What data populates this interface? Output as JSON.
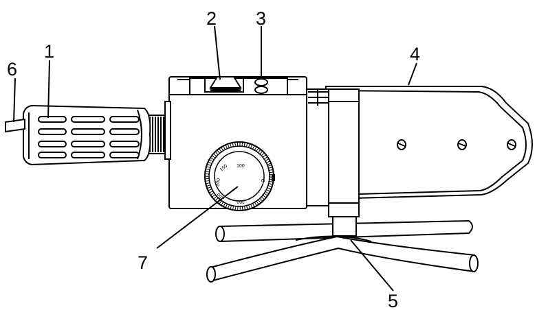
{
  "callouts": [
    {
      "id": "1",
      "label": "1"
    },
    {
      "id": "2",
      "label": "2"
    },
    {
      "id": "3",
      "label": "3"
    },
    {
      "id": "4",
      "label": "4"
    },
    {
      "id": "5",
      "label": "5"
    },
    {
      "id": "6",
      "label": "6"
    },
    {
      "id": "7",
      "label": "7"
    }
  ],
  "dial": {
    "marks": [
      "100",
      "150",
      "200",
      "250",
      "300"
    ]
  },
  "colors": {
    "line": "#000000",
    "background": "#ffffff"
  }
}
